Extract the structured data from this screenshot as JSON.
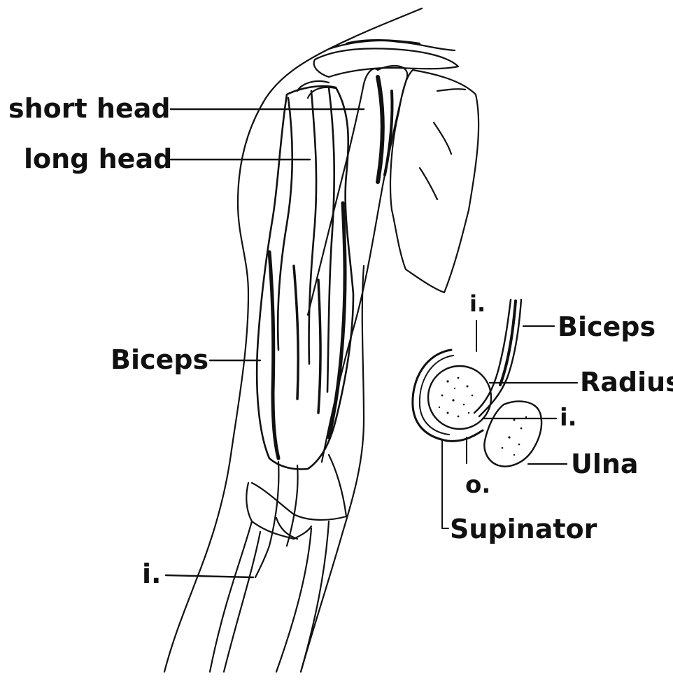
{
  "labels": {
    "short_head": "short head",
    "long_head": "long head",
    "biceps_arm": "Biceps",
    "insertion_forearm": "i.",
    "insertion_top": "i.",
    "biceps_inset": "Biceps",
    "radius": "Radius",
    "insertion_inset": "i.",
    "ulna": "Ulna",
    "origin": "o.",
    "supinator": "Supinator"
  },
  "colors": {
    "ink": "#111111",
    "background": "#ffffff"
  }
}
